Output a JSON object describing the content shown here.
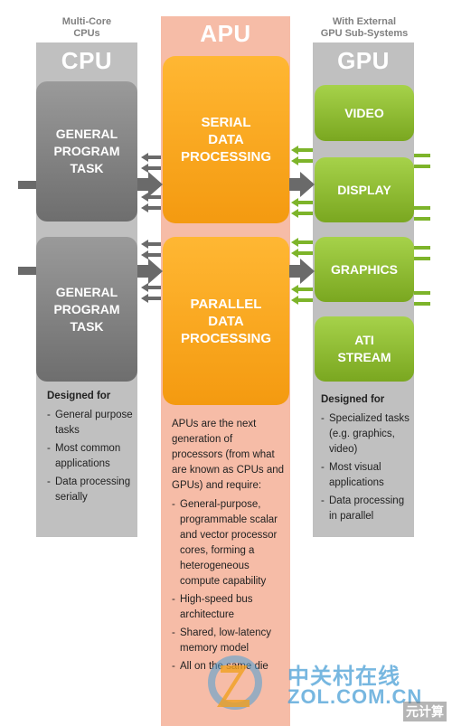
{
  "captions": {
    "cpu": "Multi-Core\nCPUs",
    "gpu": "With External\nGPU Sub-Systems"
  },
  "cpu": {
    "title": "CPU",
    "boxes": [
      "GENERAL\nPROGRAM\nTASK",
      "GENERAL\nPROGRAM\nTASK"
    ],
    "designed_for": "Designed for",
    "items": [
      "General purpose tasks",
      "Most common applications",
      "Data processing serially"
    ]
  },
  "apu": {
    "title": "APU",
    "boxes": [
      "SERIAL\nDATA\nPROCESSING",
      "PARALLEL\nDATA\nPROCESSING"
    ],
    "intro": "APUs are the next generation of processors (from what are known as CPUs and GPUs) and require:",
    "items": [
      "General-purpose, programmable scalar and vector processor cores, forming a heterogeneous compute capability",
      "High-speed bus architecture",
      "Shared, low-latency memory model",
      "All on the same die"
    ]
  },
  "gpu": {
    "title": "GPU",
    "boxes": [
      "VIDEO",
      "DISPLAY",
      "GRAPHICS",
      "ATI\nSTREAM"
    ],
    "designed_for": "Designed for",
    "items": [
      "Specialized tasks (e.g. graphics, video)",
      "Most visual applications",
      "Data processing in parallel"
    ]
  },
  "watermark": {
    "cn_site": "中关村在线",
    "site": "ZOL.COM.CN",
    "corner": "元计算"
  },
  "colors": {
    "cpu_column": "#bdbdbd",
    "apu_column": "#f5b9a4",
    "cpu_box": "#808080",
    "apu_box": "#f7a51c",
    "gpu_box": "#8bbd2f"
  }
}
